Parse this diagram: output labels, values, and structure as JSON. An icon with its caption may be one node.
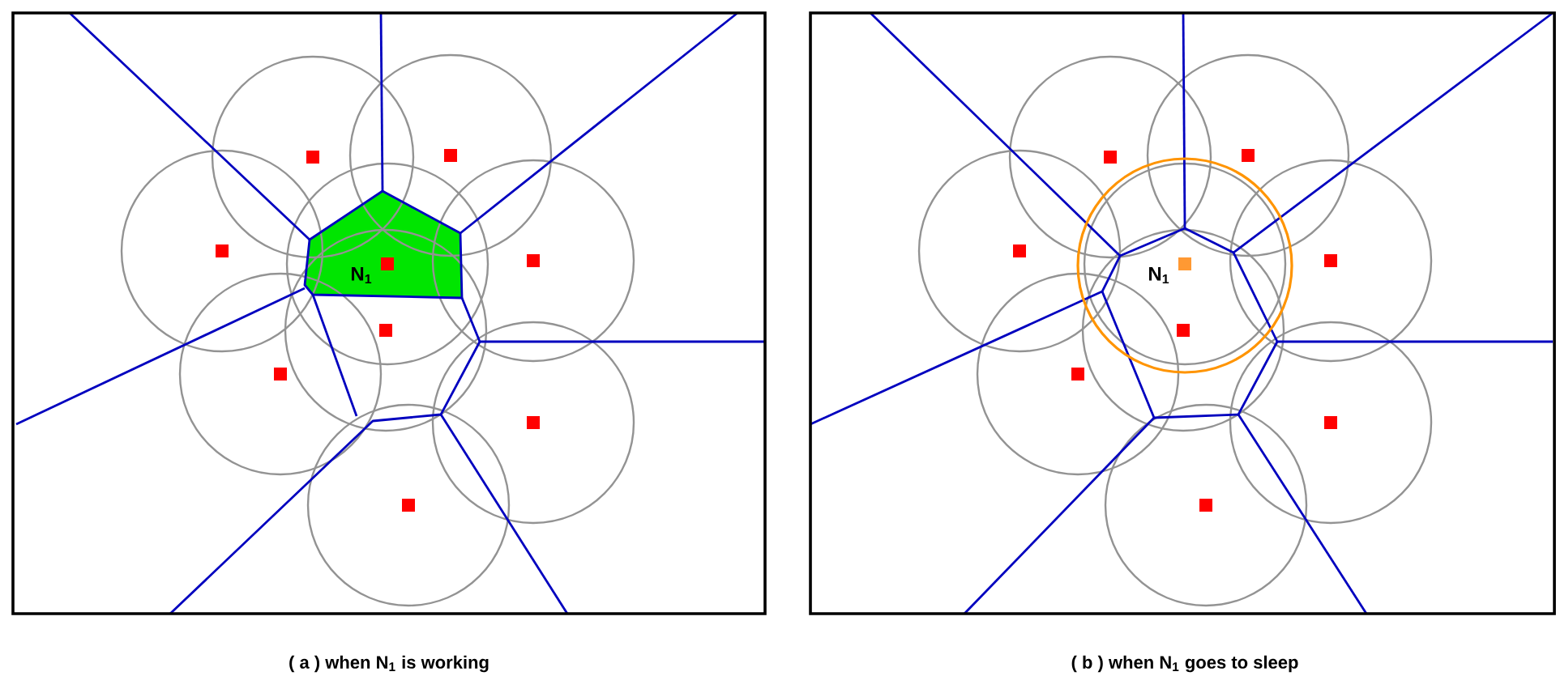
{
  "diagram": {
    "labels": [
      "N$_{1}$",
      "( a ) when N$_{1}$ is working",
      "N$_{1}$",
      "( b ) when N$_{1}$ goes to sleep"
    ]
  }
}
